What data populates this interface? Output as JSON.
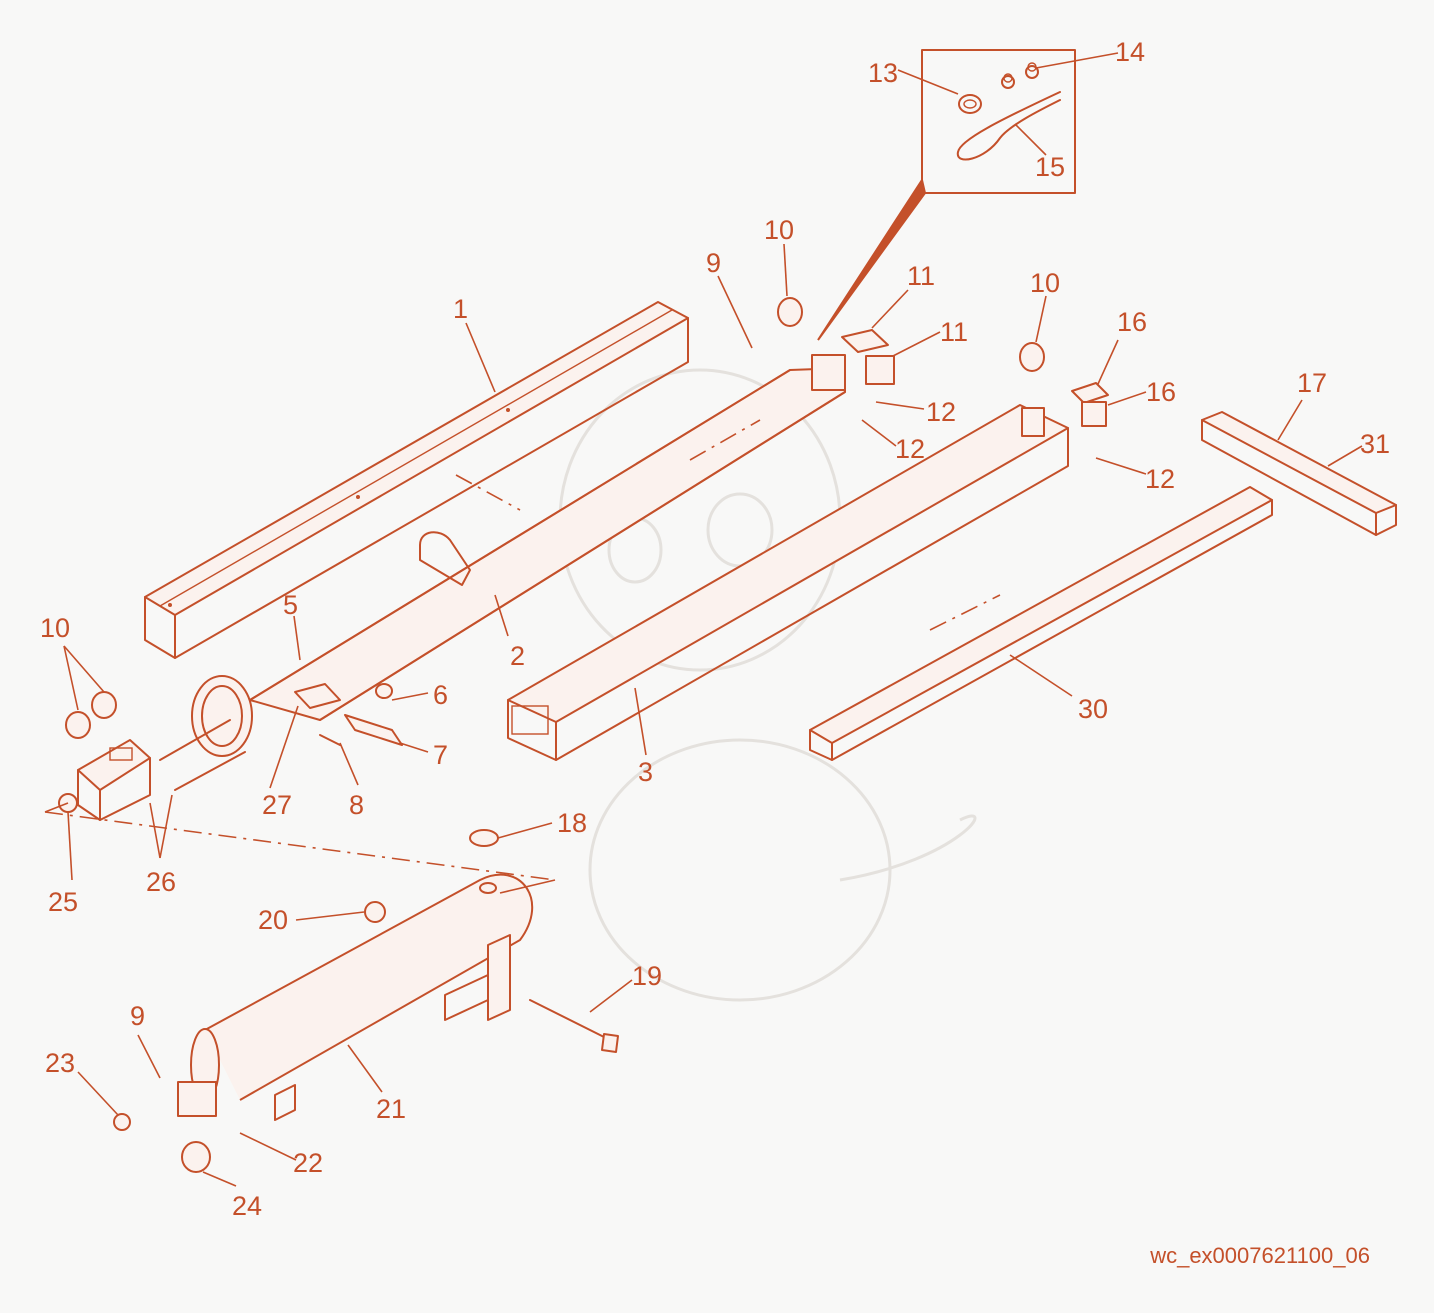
{
  "diagram": {
    "accent_color": "#c4502a",
    "background_color": "#f8f8f7",
    "reference_code": "wc_ex0007621100_06",
    "callouts": [
      "1",
      "2",
      "3",
      "5",
      "6",
      "7",
      "8",
      "9",
      "9",
      "10",
      "10",
      "10",
      "11",
      "11",
      "12",
      "12",
      "12",
      "13",
      "14",
      "15",
      "16",
      "16",
      "17",
      "18",
      "19",
      "20",
      "21",
      "22",
      "23",
      "24",
      "25",
      "26",
      "27",
      "30",
      "31"
    ]
  }
}
